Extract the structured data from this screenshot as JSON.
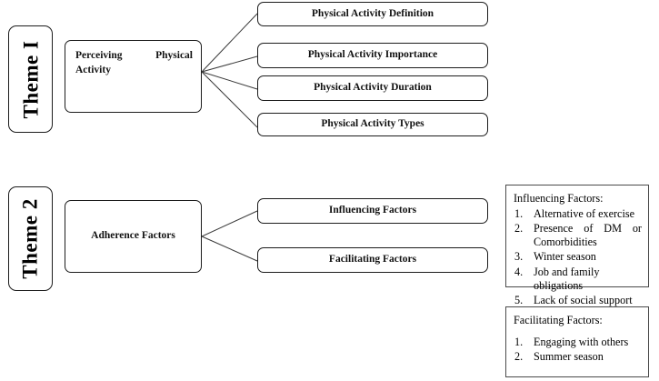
{
  "diagram": {
    "themes": [
      {
        "plate_label": "Theme I",
        "concept": {
          "line1": "Perceiving          Physical",
          "line2": "Activity"
        },
        "children": [
          {
            "label": "Physical Activity Definition"
          },
          {
            "label": "Physical Activity Importance"
          },
          {
            "label": "Physical Activity Duration"
          },
          {
            "label": "Physical Activity Types"
          }
        ]
      },
      {
        "plate_label": "Theme 2",
        "concept": {
          "line1": "Adherence Factors",
          "line2": ""
        },
        "children": [
          {
            "label": "Influencing Factors"
          },
          {
            "label": "Facilitating Factors"
          }
        ]
      }
    ],
    "panels": [
      {
        "title": "Influencing Factors:",
        "items": [
          {
            "num": "1.",
            "text": "Alternative of exercise"
          },
          {
            "num": "2.",
            "text": "Presence of DM or Comorbidities"
          },
          {
            "num": "3.",
            "text": "Winter season"
          },
          {
            "num": "4.",
            "text": "Job and family obligations"
          },
          {
            "num": "5.",
            "text": "Lack of social support"
          }
        ]
      },
      {
        "title": "Facilitating Factors:",
        "items": [
          {
            "num": "1.",
            "text": "Engaging with others"
          },
          {
            "num": "2.",
            "text": "Summer season"
          }
        ]
      }
    ],
    "colors": {
      "stroke": "#1c1c1c",
      "panel_stroke": "#4a4a4a",
      "connector": "#3a3a3a",
      "background": "#ffffff",
      "text": "#111111"
    }
  }
}
